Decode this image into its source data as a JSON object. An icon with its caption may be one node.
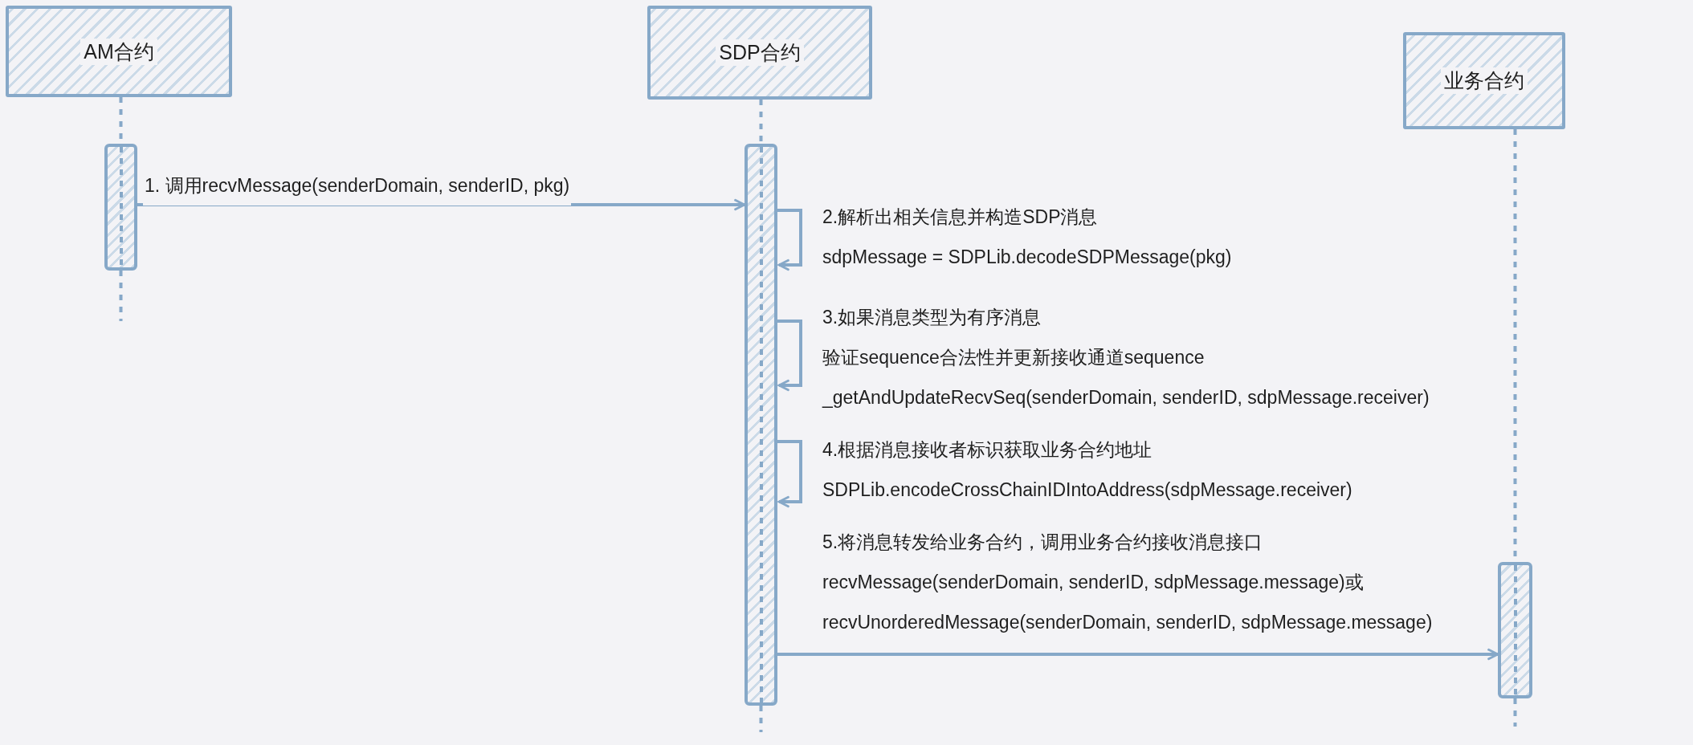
{
  "diagram": {
    "nodes": [
      {
        "text": [
          "AM合约"
        ]
      },
      {
        "text": [
          "SDP合约"
        ]
      },
      {
        "text": [
          "业务合约"
        ]
      },
      {
        "text": [],
        "shape": "bar"
      },
      {
        "text": [],
        "shape": "bar"
      },
      {
        "text": [],
        "shape": "bar"
      }
    ],
    "edges": [
      {
        "from": 0,
        "to": 3,
        "arrow": "none",
        "style": "dashed"
      },
      {
        "from": 1,
        "to": 4,
        "arrow": "none",
        "style": "dashed"
      },
      {
        "from": 2,
        "to": 5,
        "arrow": "none",
        "style": "dashed"
      },
      {
        "from": 3,
        "to": 4,
        "arrow": "to",
        "label": "1. 调用recvMessage(senderDomain, senderID, pkg)"
      },
      {
        "from": 4,
        "to": 4,
        "arrow": "to",
        "label": "2.解析出相关信息并构造SDP消息 sdpMessage = SDPLib.decodeSDPMessage(pkg)"
      },
      {
        "from": 4,
        "to": 4,
        "arrow": "to",
        "label": "3.如果消息类型为有序消息验证sequence合法性并更新接收通道sequence _getAndUpdateRecvSeq(senderDomain, senderID, sdpMessage.receiver)"
      },
      {
        "from": 4,
        "to": 4,
        "arrow": "to",
        "label": "4.根据消息接收者标识获取业务合约地址 SDPLib.encodeCrossChainIDIntoAddress(sdpMessage.receiver)"
      },
      {
        "from": 4,
        "to": 5,
        "arrow": "to",
        "label": "5.将消息转发给业务合约，调用业务合约接收消息接口 recvMessage(senderDomain, senderID, sdpMessage.message)或 recvUnorderedMessage(senderDomain, senderID, sdpMessage.message)"
      }
    ]
  }
}
